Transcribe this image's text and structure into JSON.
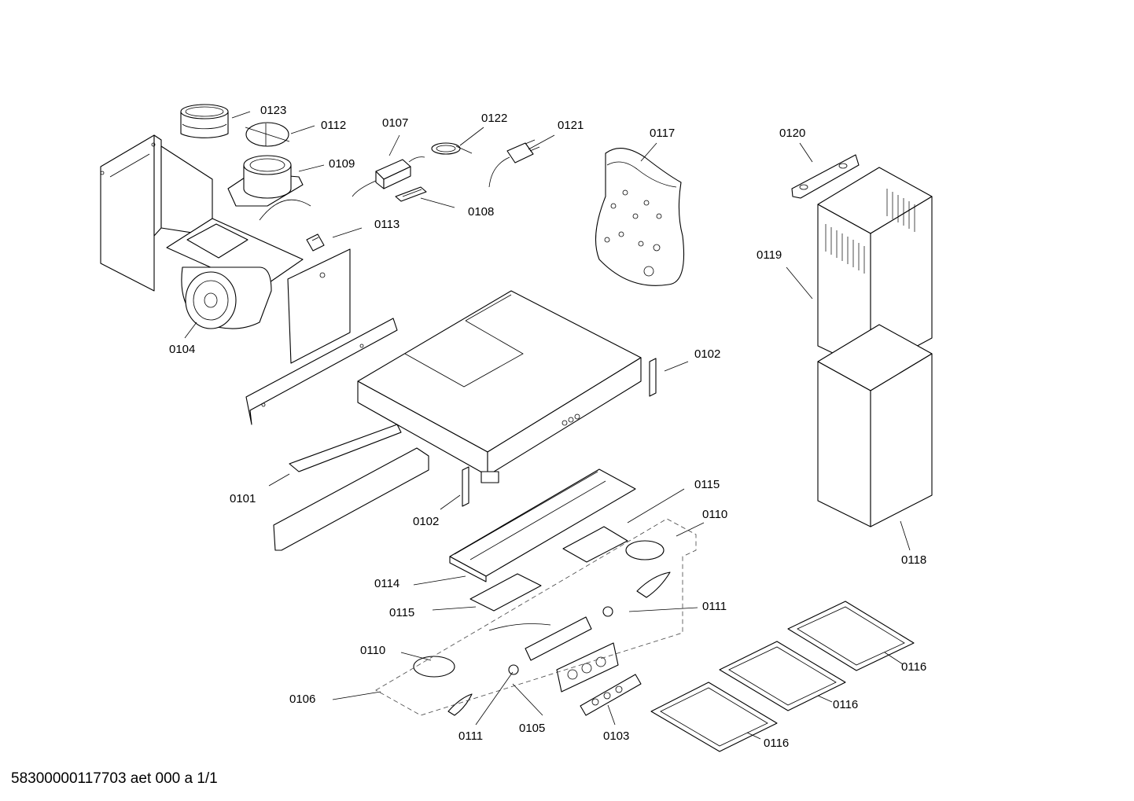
{
  "footer": {
    "document_id": "58300000117703 aet 000 a 1/1"
  },
  "labels": {
    "p0123": "0123",
    "p0112": "0112",
    "p0107": "0107",
    "p0122": "0122",
    "p0121": "0121",
    "p0117": "0117",
    "p0120": "0120",
    "p0109": "0109",
    "p0108": "0108",
    "p0113": "0113",
    "p0119": "0119",
    "p0104": "0104",
    "p0102a": "0102",
    "p0101": "0101",
    "p0102b": "0102",
    "p0115a": "0115",
    "p0110a": "0110",
    "p0118": "0118",
    "p0114": "0114",
    "p0115b": "0115",
    "p0111a": "0111",
    "p0110b": "0110",
    "p0106": "0106",
    "p0116a": "0116",
    "p0116b": "0116",
    "p0116c": "0116",
    "p0111b": "0111",
    "p0105": "0105",
    "p0103": "0103"
  }
}
